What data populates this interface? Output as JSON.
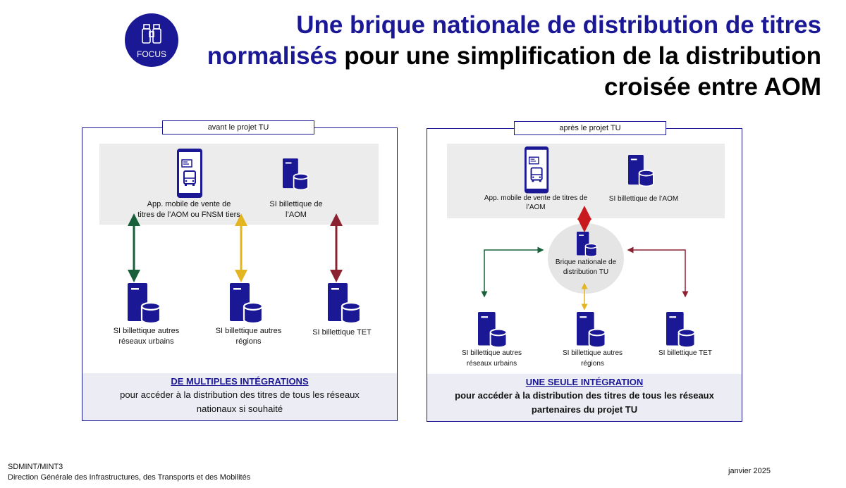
{
  "header": {
    "badge_label": "FOCUS",
    "title_line1": "Une brique nationale de distribution de titres",
    "title_line2_blue": "normalisés",
    "title_line2_rest": " pour une simplification de la distribution",
    "title_line3": "croisée entre AOM"
  },
  "colors": {
    "brand_blue": "#1b1896",
    "arrow_green": "#17603a",
    "arrow_yellow": "#e2b521",
    "arrow_red": "#8b2232",
    "arrow_bright_red": "#c8191d"
  },
  "before": {
    "tag": "avant le projet TU",
    "top_left_label_1": "App. mobile de vente de",
    "top_left_label_2": "titres de l’AOM ou FNSM tiers",
    "top_right_label_1": "SI billettique de",
    "top_right_label_2": "l’AOM",
    "bottom_1_label_1": "SI billettique autres",
    "bottom_1_label_2": "réseaux urbains",
    "bottom_2_label_1": "SI billettique autres",
    "bottom_2_label_2": "régions",
    "bottom_3_label": "SI billettique TET",
    "summary_head": "DE MULTIPLES INTÉGRATIONS",
    "summary_line1": "pour accéder à la distribution des titres de tous les réseaux",
    "summary_line2": "nationaux si souhaité"
  },
  "after": {
    "tag": "après le projet TU",
    "top_left_label_1": "App. mobile de vente de titres de",
    "top_left_label_2": "l’AOM",
    "top_right_label": "SI billettique de l’AOM",
    "hub_label_1": "Brique nationale de",
    "hub_label_2": "distribution TU",
    "bottom_1_label_1": "SI billettique autres",
    "bottom_1_label_2": "réseaux urbains",
    "bottom_2_label_1": "SI billettique autres",
    "bottom_2_label_2": "régions",
    "bottom_3_label": "SI billettique TET",
    "summary_head": "UNE SEULE INTÉGRATION",
    "summary_line1": "pour accéder à la distribution des titres de tous les réseaux",
    "summary_line2": "partenaires du projet TU"
  },
  "footer": {
    "org_code": "SDMINT/MINT3",
    "org_name": "Direction Générale des Infrastructures, des Transports et des Mobilités",
    "date": "janvier 2025"
  },
  "icons": [
    "binoculars-icon",
    "mobile-phone-icon",
    "server-database-icon",
    "arrow-icon"
  ]
}
